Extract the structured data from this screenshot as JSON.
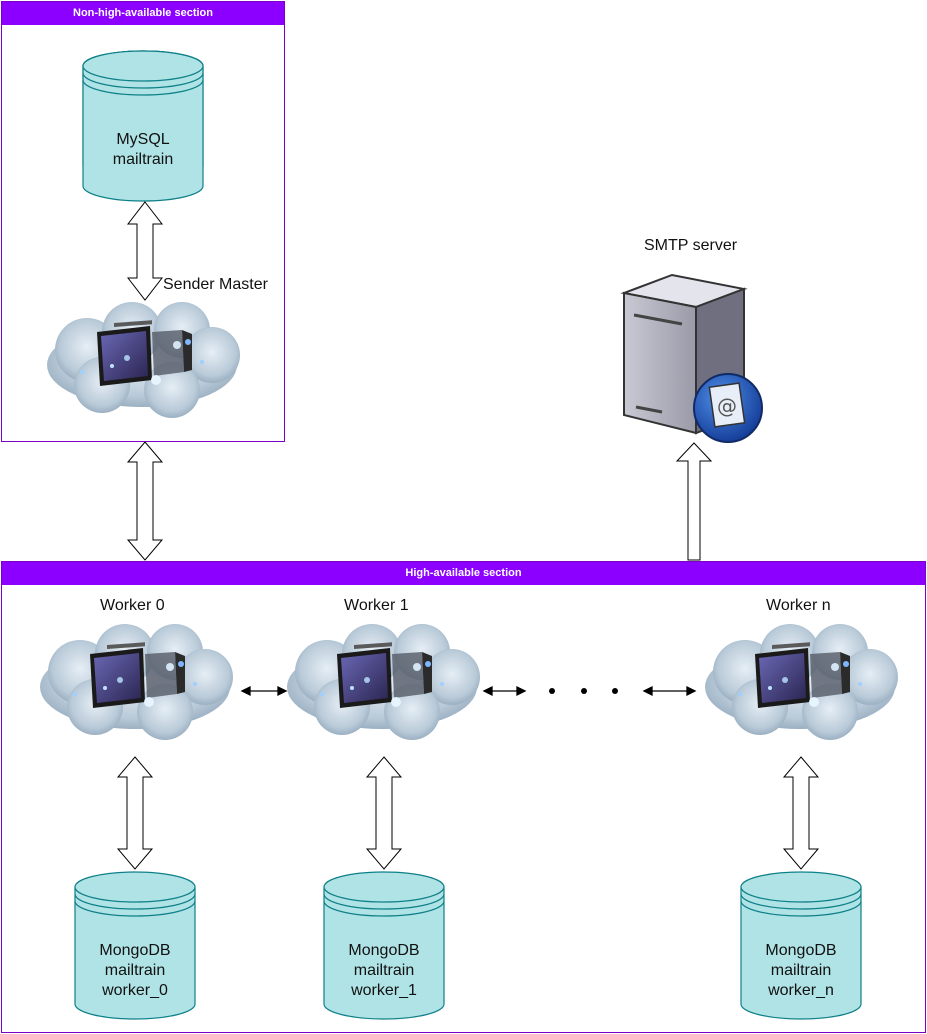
{
  "sections": {
    "non_ha": {
      "title": "Non-high-available section"
    },
    "ha": {
      "title": "High-available section"
    }
  },
  "mysql": {
    "line1": "MySQL",
    "line2": "mailtrain"
  },
  "sender_master": {
    "label": "Sender Master"
  },
  "smtp": {
    "label": "SMTP server"
  },
  "workers": [
    {
      "label": "Worker 0",
      "db_line1": "MongoDB",
      "db_line2": "mailtrain",
      "db_line3": "worker_0"
    },
    {
      "label": "Worker 1",
      "db_line1": "MongoDB",
      "db_line2": "mailtrain",
      "db_line3": "worker_1"
    },
    {
      "label": "Worker n",
      "db_line1": "MongoDB",
      "db_line2": "mailtrain",
      "db_line3": "worker_n"
    }
  ],
  "colors": {
    "section_border": "#7b00c8",
    "section_header": "#8c00ff",
    "cylinder_fill": "#b0e3e6",
    "cylinder_stroke": "#0e8088"
  },
  "icons": {
    "database": "database-cylinder-icon",
    "cloud_node": "cloud-computer-icon",
    "mail_server": "mail-server-icon"
  }
}
